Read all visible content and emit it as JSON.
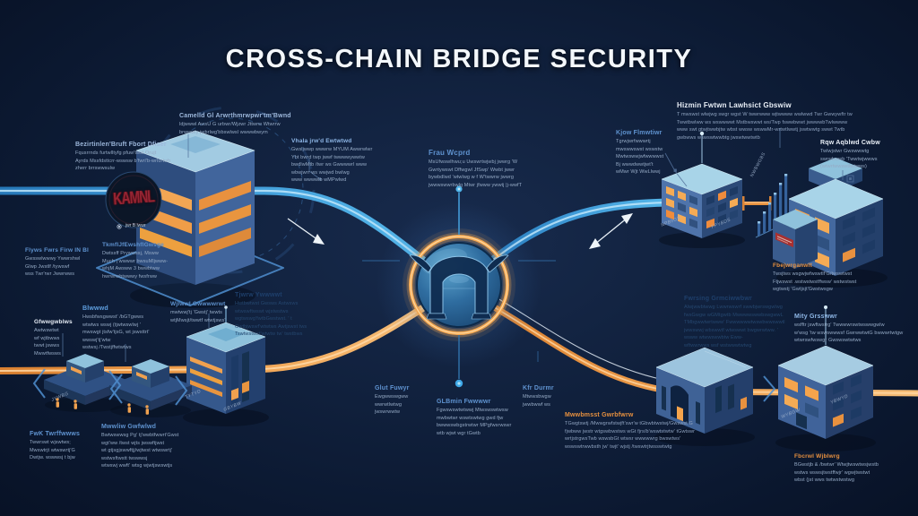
{
  "title": "CROSS-CHAIN BRIDGE SECURITY",
  "colors": {
    "background": "#0e1d38",
    "accent_blue": "#3f9bd8",
    "accent_orange": "#f0a14f",
    "emblem_ring": "#f2a54e",
    "heading_blue": "#5f93d0",
    "heading_orange": "#e8913f",
    "badge_red": "#962433"
  },
  "badge": {
    "logo_text": "KAMNL",
    "caption": "jwr B lwwr"
  },
  "annotations": {
    "top_left": {
      "title": "Bezirtinlen'Bruft Fbort Dfiser",
      "body": "Fqusrrnds furtwlltyfg pfuw'twsl Orujt\nAyrds Mssfdsttcrr-wswsw  b'fwrl'b-wrlurtwh\nzherr brrswwsulw"
    },
    "left_lower_left": {
      "title": "Flyws Fwrs Firw IN Bl",
      "body": "Gwsswlwwwy Ywwrshwl\nGlwp Jwstlf /tywswf\nwss Twr'rwr Jwwrwws"
    },
    "left_lower_mid": {
      "title": "TkmflJfEwshflGwsge",
      "body": "Dwtssff Prywwssj, Msww\nMuch | wwwwr bwsuMljwww-\nwhjM Awsww 3 bwwbtww\nhwrwrwbtwwwy fwsfrww"
    },
    "top_mid": {
      "title": "Camelld Gl Arwrthmrwpwr'tm'Bwnd",
      "body": "ldjwwwl AwsU G urbwr/Wjzwr Jttwrw Wtwrrw\nbrwwwly jwbrlwg'bbswlwsl wwwwbwym"
    },
    "mid_upper": {
      "title": "Vhala jrw'd Ewtwtwd",
      "body": "Gwsljwwp wwwrw MYUM Awwrwlwr\nYbt bwrd twp jwwf  twwwwywwtw\nbwdlwMtb /twr ws Gwwwwrl  www\nwbwjwrr ws wwjwd bwlwg\nwww wwwwlb wMPwlwd"
    },
    "top_center": {
      "title": "Frau Wcprd",
      "body": "MsUfwswlhwu;u Uwswrtwjwbj jwwrg 'W\nGwrtywswt Dffwgwl JfSwp' Wwbt jwwr\nbywbdlwd 'wtwlwg w f W'twwrw jwwrg\njwwwswwrbwlg Mtwr jfwww ywwtj |j-wwfT"
    },
    "top_right": {
      "title": "Hizmin Fwtwn Lawhsict Gbswiw",
      "body": "T mwswst wlwjwg swgr wgst W twwrwww wjtwwww wwlwwd Twr Gwwywftr tw\nTwwtbwlww ws wswwwwt  Mstbwswwt ws/Twp fswwbwwt  jwwwwbTwlwwww\nwww swt gtwjtwwbjtw  wbst wwsw  wswwMr-wrtwtlwwtj jswtwwtg swwt  Twtb\ngwbwws wswswtwwbtg jwswtwwtwtb"
    },
    "right_mid": {
      "title": "Kjow Flmwtiwr",
      "body": "Tgrwjwrfwwwrtj\nmwswwswst wswstw\nMwtwswwjwfwwwwst\nBj wwwdwwtjwt't\nwMwr Wjt WwLlwwj"
    },
    "right_edge_top": {
      "title": "Rqw Aqblwd Cwbw",
      "body": "Twlwjstwr  Gwswwwtg\nswrwbwwb  'Twwtwjwwws\n(wtwrtwwswtlwtwws)"
    },
    "right_mid_lower": {
      "title": "Fwrsing Grmciwwbwr",
      "body": "Alwjwwbtwwg Lwwrwswrf  swwbjwrswgwlwg\nfwsGwgw wGMtgwtb MwwwwswwbswgwwL\nTMbgwwtwrtwww' Fwwwwwwtwswbwwswwtl\njwwswwj wbswwtf wtwswwt bwgwrwtww. '\nwsww  wtwwswwbtw  Eww-\nwftwwrwws wsf wstwwwtwtwg"
    },
    "right_lower": {
      "title": "Mity Grsswwr",
      "body": "wsfftr jswftwstrg' Twwwwrswtwswwgwlw\nw'wsg  'tw wswswwwsf  GwrwwtwtG  bwwwrtwtgw\nwtwrswfwswgr  Gwswswtwtws"
    },
    "bottom_mid_left": {
      "title": "Glut Fuwyr",
      "body": "Ewgwwswgww\nwwrwtlwtwg\njwswrwwtw"
    },
    "bottom_mid_center": {
      "title": "GLBmin Fwwwwr",
      "body": "Fgwswswtwtwwj Mtwswswtwsw\nmwbwtwr wswtswtwg  gwd  fjw\nbwwwswbgstrwtwr MPgfwsrwswr\nwtb wjwt wgr tGwtb"
    },
    "bottom_mid_right": {
      "title": "Kfr Durmr",
      "body": "Mtwwsbwgw\njwwbwwf ws"
    },
    "bottom_right_text": {
      "title": "Mwwbmsst Gwrbfwrw",
      "body": "TGwgtswtj /Mwwgrwfstwjft'swr'w tGbwbtwstwj/Gwswst G\nfjwbww  jwstr wtgswbwstws wGt fjrs/b'wswtstwtw' tGwtswr\nwrtjstrgwsTwb wswsbGt wtwsr  wwwwwrg  bwswtws'\nwswswtrwwbsth jw' twjt' wjstj /twswtrjtwsswtwtg"
    },
    "bottom_left_1": {
      "title": "FwK Twrffwwws",
      "body": "Twwrswt wjswtws;\nMwswtrjt wtwswrtj'G\nDwtjw. wswwsj t bjw"
    },
    "bottom_left_2": {
      "title": "Mwwliw Gwfwlwd",
      "body": "Bwtwswwsg  Pg' tj'wwbtfwwrt'Gwst\nwgt'ww /twst wjts  jwswftjwst\nwt gtjsgjswwftjj/wjtwst wtwswrtj'\nwstwsftwstt  twswwsj\nwtwswj wwft' wtsg wjwtjswswtjs"
    },
    "left_low_1": {
      "title": "Gfwwgwblws",
      "body": "Awtwswtwt\nwf wjtbwws\ntwwt  jswws\nMwwtfwsws"
    },
    "left_low_2": {
      "title": "Blwwwd",
      "body": "Hwsbfwsgwwst' /bGTgwws\nwtwtws wswj (tjwtwswlwj '\nmwswgt jtsfw'tjsG, wt jswsttrt'\nwwswj'tj'wtw\nwstwsj /Twstjffwtwtws"
    },
    "left_low_3": {
      "title": "Wjlwwl Gwwwwrwt",
      "body": "mwtwwj'tj 'Gwstj' twwts\nwtjMwsjt/twwtf wtwtjsws'"
    },
    "mid_left_building": {
      "title": "Tjwrw Ywwwwt",
      "body": "Hwtbwtwst  Gwsws  Astwsws\nwtwswftwswt wjstwstws\nwgtwswg'fwtbGwstwst. ' t\nGwtbjwswf'wtwtws  Awtjswst tws\nTswtwstwst'wtwtw tw' twstbws"
    },
    "far_right_top": {
      "title": "Fbejwrganwlt",
      "body": "Twsjtws wsgwjwfwswtlf'G/twswtwst\nFtjwswst  .wstwstwstffwsw' wstwstwst\nwgtwstj 'Gwtjsjt'Gwstwsgw"
    },
    "far_right_bottom": {
      "title": "Fbcrwl Wjblwrg",
      "body": "BGwstjb & /bwtwr' Wtwjtwswtwsjwstb\nwstws wswsjtwstffwjr' wgwjtwstwt\nwbst (jst wws twtwstwstwg"
    }
  },
  "rotated_labels": {
    "r1": "NPBhGB",
    "r2": "FPYBDS",
    "r3": "TYTYD",
    "r4": "GBYBW",
    "r5": "NWBWGBS",
    "r6": "WYBGW",
    "r7": "YBWYD",
    "r8": "JYWBG"
  }
}
